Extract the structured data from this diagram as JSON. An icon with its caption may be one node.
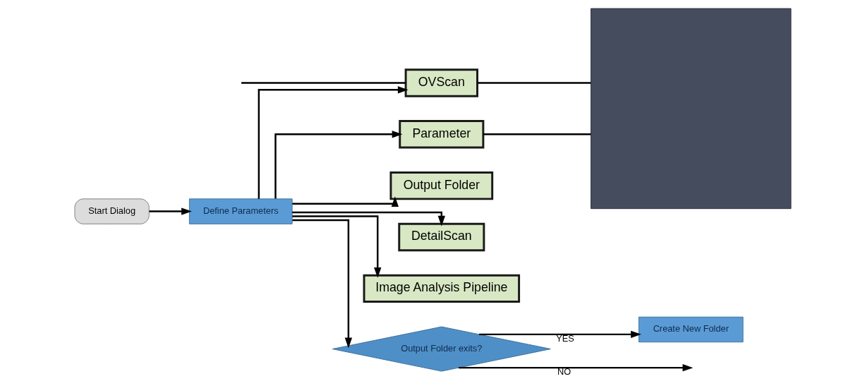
{
  "diagram": {
    "nodes": [
      {
        "text": [
          "Start Dialog"
        ]
      },
      {
        "text": [
          "Parameter"
        ]
      },
      {
        "text": [
          "Output Folder"
        ]
      },
      {
        "text": [
          "Define Parameters"
        ]
      },
      {
        "text": [
          "OVScan"
        ]
      },
      {
        "text": [
          "DetailScan"
        ]
      },
      {
        "text": [
          "Image Analysis Pipeline"
        ]
      },
      {
        "text": [
          "Create New Folder"
        ]
      },
      {
        "text": [
          "Output Folder exits?"
        ]
      },
      {
        "text": [],
        "shape": "box"
      }
    ],
    "edges": [
      {
        "from": 0,
        "to": 3,
        "arrow": "to"
      },
      {
        "from": 3,
        "to": 1,
        "arrow": "to"
      },
      {
        "from": 3,
        "to": 2,
        "arrow": "to"
      },
      {
        "from": 3,
        "to": 4,
        "arrow": "to"
      },
      {
        "from": 3,
        "to": 5,
        "arrow": "to"
      },
      {
        "from": 3,
        "to": 6,
        "arrow": "to"
      },
      {
        "from": 3,
        "to": 8,
        "arrow": "to"
      },
      {
        "from": 8,
        "to": 7,
        "label": "YES",
        "arrow": "to"
      },
      {
        "from": 8,
        "to": null,
        "label": "NO",
        "arrow": "to"
      },
      {
        "from": 1,
        "to": 9,
        "arrow": "none"
      },
      {
        "from": 4,
        "to": 9,
        "arrow": "none"
      },
      {
        "from": null,
        "to": 4,
        "arrow": "none"
      }
    ]
  }
}
